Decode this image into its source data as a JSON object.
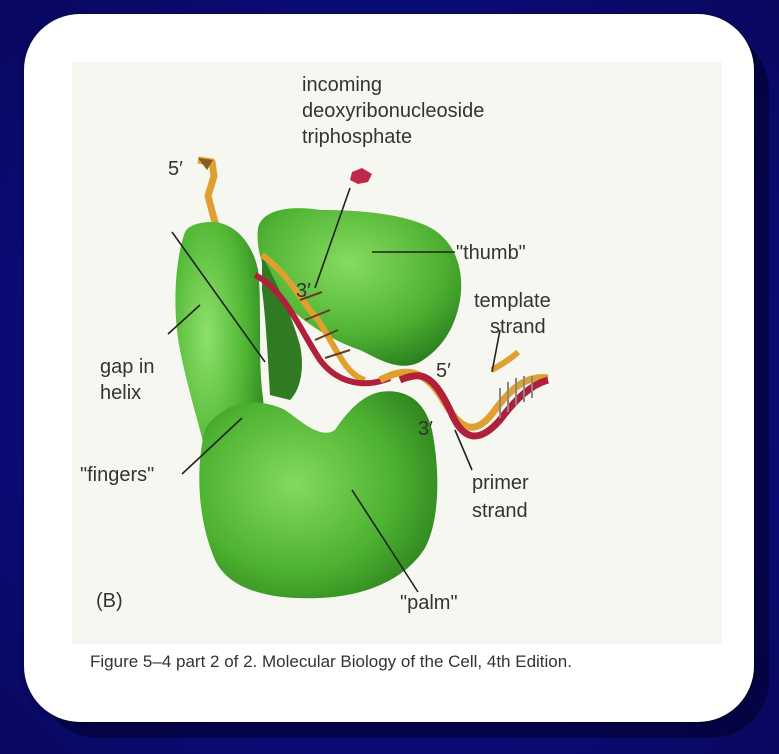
{
  "labels": {
    "incoming_line1": "incoming",
    "incoming_line2": "deoxyribonucleoside",
    "incoming_line3": "triphosphate",
    "five_prime_top": "5′",
    "three_prime_upper": "3′",
    "thumb": "\"thumb\"",
    "template_line1": "template",
    "template_line2": "strand",
    "gap_line1": "gap in",
    "gap_line2": "helix",
    "five_prime_right": "5′",
    "three_prime_lower": "3′",
    "fingers": "\"fingers\"",
    "primer_line1": "primer",
    "primer_line2": "strand",
    "panel_letter": "(B)",
    "palm": "\"palm\""
  },
  "caption": "Figure 5–4 part 2 of 2. Molecular Biology of the Cell, 4th Edition.",
  "colors": {
    "background": "#0c0c80",
    "card": "#ffffff",
    "protein": "#5bc23c",
    "template_strand": "#e0a030",
    "primer_strand": "#b0203a",
    "nucleotide": "#c0284a"
  }
}
